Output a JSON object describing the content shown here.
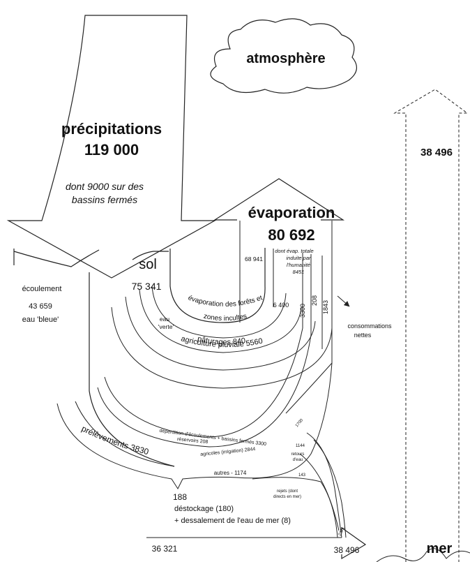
{
  "atmosphere": "atmosphère",
  "precipitations": {
    "label": "précipitations",
    "value": "119 000",
    "note1": "dont 9000 sur des",
    "note2": "bassins fermés"
  },
  "evaporation": {
    "label": "évaporation",
    "value": "80 692",
    "note1": "dont évap. totale",
    "note2": "induite par",
    "note3": "l'humanité",
    "note4": "8451"
  },
  "return_flux": "38 496",
  "sol": {
    "label": "sol",
    "value": "75 341"
  },
  "ecoulement": {
    "label": "écoulement",
    "value": "43 659",
    "note": "eau 'bleue'"
  },
  "eau_verte": {
    "line1": "eau",
    "line2": "'verte'"
  },
  "flux_68941": "68 941",
  "flux_6400": "6 400",
  "flux_3300": "3300",
  "flux_208": "208",
  "flux_1843": "1843",
  "consommations": {
    "line1": "consommations",
    "line2": "nettes"
  },
  "arc_labels": {
    "forets1": "évaporation des forêts et",
    "forets2": "zones incultes",
    "paturages": "pâturages 840",
    "agriculture": "agriculture pluviale 5560",
    "prelevements": "prélèvements 3830",
    "deperdition": "déperdition d'écoulements + bassins fermés 3300",
    "reservoirs": "réservoirs 208",
    "agricoles": "agricoles (irrigation) 2844",
    "autres": "autres - 1174"
  },
  "small_labels": {
    "f1700": "1700",
    "f1144": "1144",
    "retours1": "retours",
    "retours2": "d'eau",
    "f143": "143",
    "rejets1": "rejets (dont",
    "rejets2": "directs en mer)",
    "f2375": "2375"
  },
  "destockage": {
    "value": "188",
    "line1": "déstockage (180)",
    "line2": "+ dessalement de l'eau de mer (8)"
  },
  "flux_36321": "36 321",
  "flux_38496_bottom": "38 496",
  "mer": "mer"
}
